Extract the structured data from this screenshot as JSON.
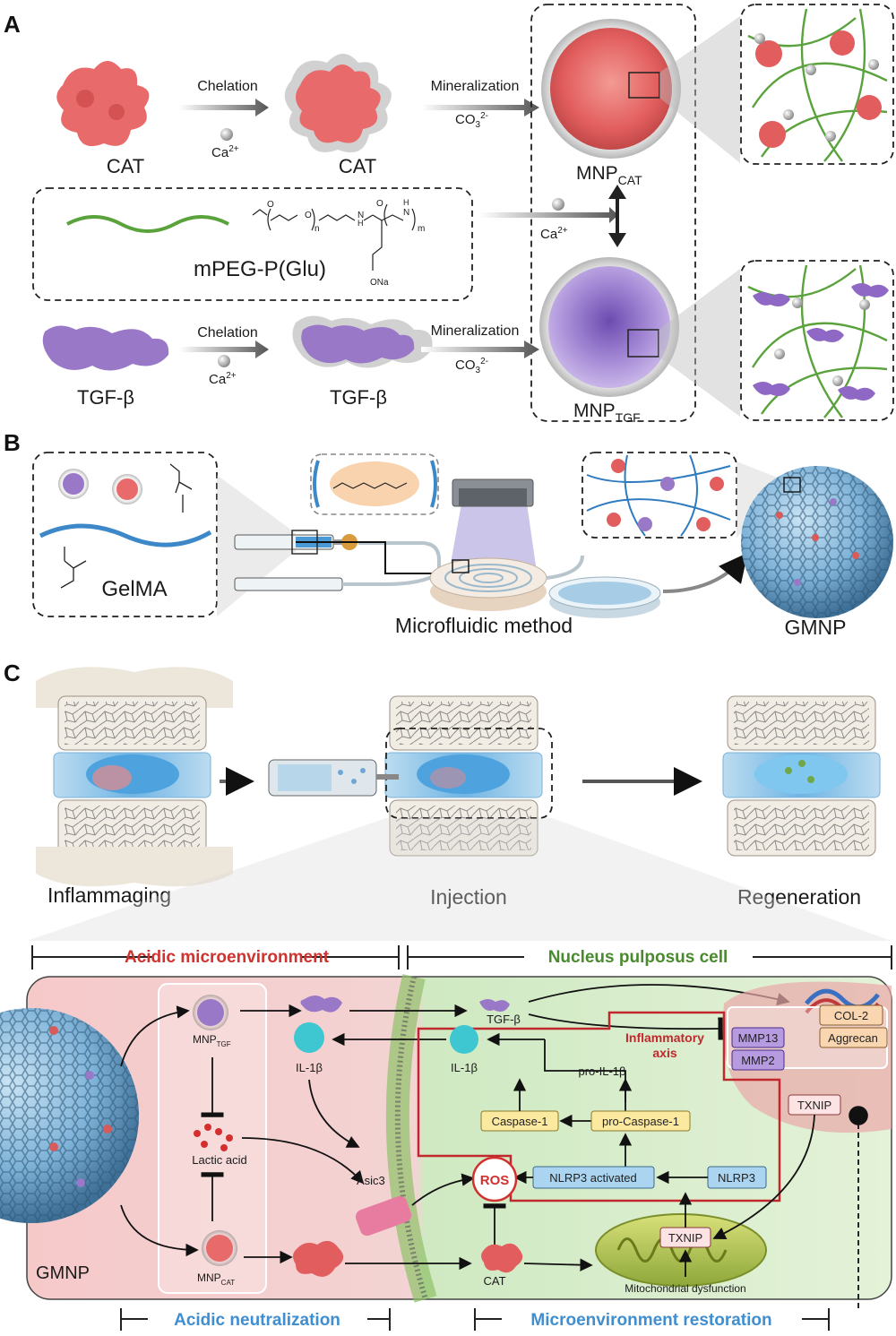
{
  "panels": {
    "a": "A",
    "b": "B",
    "c": "C"
  },
  "panel_a": {
    "cat_left": "CAT",
    "cat_mid": "CAT",
    "chelation_top": "Chelation",
    "ca_top": "Ca",
    "ca_top_sup": "2+",
    "mineral_top": "Mineralization",
    "co3_top": "CO",
    "co3_top_sub": "3",
    "co3_top_sup": "2-",
    "mnp_cat_main": "MNP",
    "mnp_cat_sub": "CAT",
    "polymer": "mPEG-P(Glu)",
    "ca_mid": "Ca",
    "ca_mid_sup": "2+",
    "chem_n": "n",
    "chem_m": "m",
    "chem_h1": "H",
    "chem_n1": "N",
    "chem_h2": "H",
    "chem_n2": "N",
    "chem_o1": "O",
    "chem_o2": "O",
    "chem_o3": "O",
    "chem_ona": "ONa",
    "tgf_left": "TGF-β",
    "tgf_mid": "TGF-β",
    "chelation_bot": "Chelation",
    "ca_bot": "Ca",
    "ca_bot_sup": "2+",
    "mineral_bot": "Mineralization",
    "co3_bot": "CO",
    "co3_bot_sub": "3",
    "co3_bot_sup": "2-",
    "mnp_tgf_main": "MNP",
    "mnp_tgf_sub": "TGF"
  },
  "panel_b": {
    "gelma": "GelMA",
    "microfluidic": "Microfluidic method",
    "gmnp": "GMNP"
  },
  "panel_c": {
    "inflammaging": "Inflammaging",
    "injection": "Injection",
    "regeneration": "Regeneration",
    "acidic_micro": "Acidic microenvironment",
    "np_cell": "Nucleus pulposus cell",
    "acidic_neutral": "Acidic neutralization",
    "micro_restore": "Microenvironment restoration",
    "mnp_tgf_main": "MNP",
    "mnp_tgf_sub": "TGF",
    "mnp_cat_main": "MNP",
    "mnp_cat_sub": "CAT",
    "lactic": "Lactic acid",
    "gmnp": "GMNP",
    "il1b_left": "IL-1β",
    "il1b_mid": "IL-1β",
    "asic3": "Asic3",
    "tgfb": "TGF-β",
    "ros": "ROS",
    "cat": "CAT",
    "inflam_axis_1": "Inflammatory",
    "inflam_axis_2": "axis",
    "pro_il1b": "pro-IL-1β",
    "caspase1": "Caspase-1",
    "pro_caspase1": "pro-Caspase-1",
    "nlrp3_act": "NLRP3 activated",
    "nlrp3": "NLRP3",
    "txnip_mito": "TXNIP",
    "txnip_nuc": "TXNIP",
    "mito_dys": "Mitochondrial dysfunction",
    "mmp13": "MMP13",
    "mmp2": "MMP2",
    "col2": "COL-2",
    "aggrecan": "Aggrecan"
  },
  "colors": {
    "cat_protein": "#e86a6a",
    "tgf_protein": "#9a78c8",
    "polymer_green": "#5aa33c",
    "gelma_blue": "#3c88c8",
    "acidic_red": "#d0332f",
    "cell_green": "#4a8a2e",
    "restore_blue": "#3f8ed0",
    "axis_red": "#c1282d"
  }
}
